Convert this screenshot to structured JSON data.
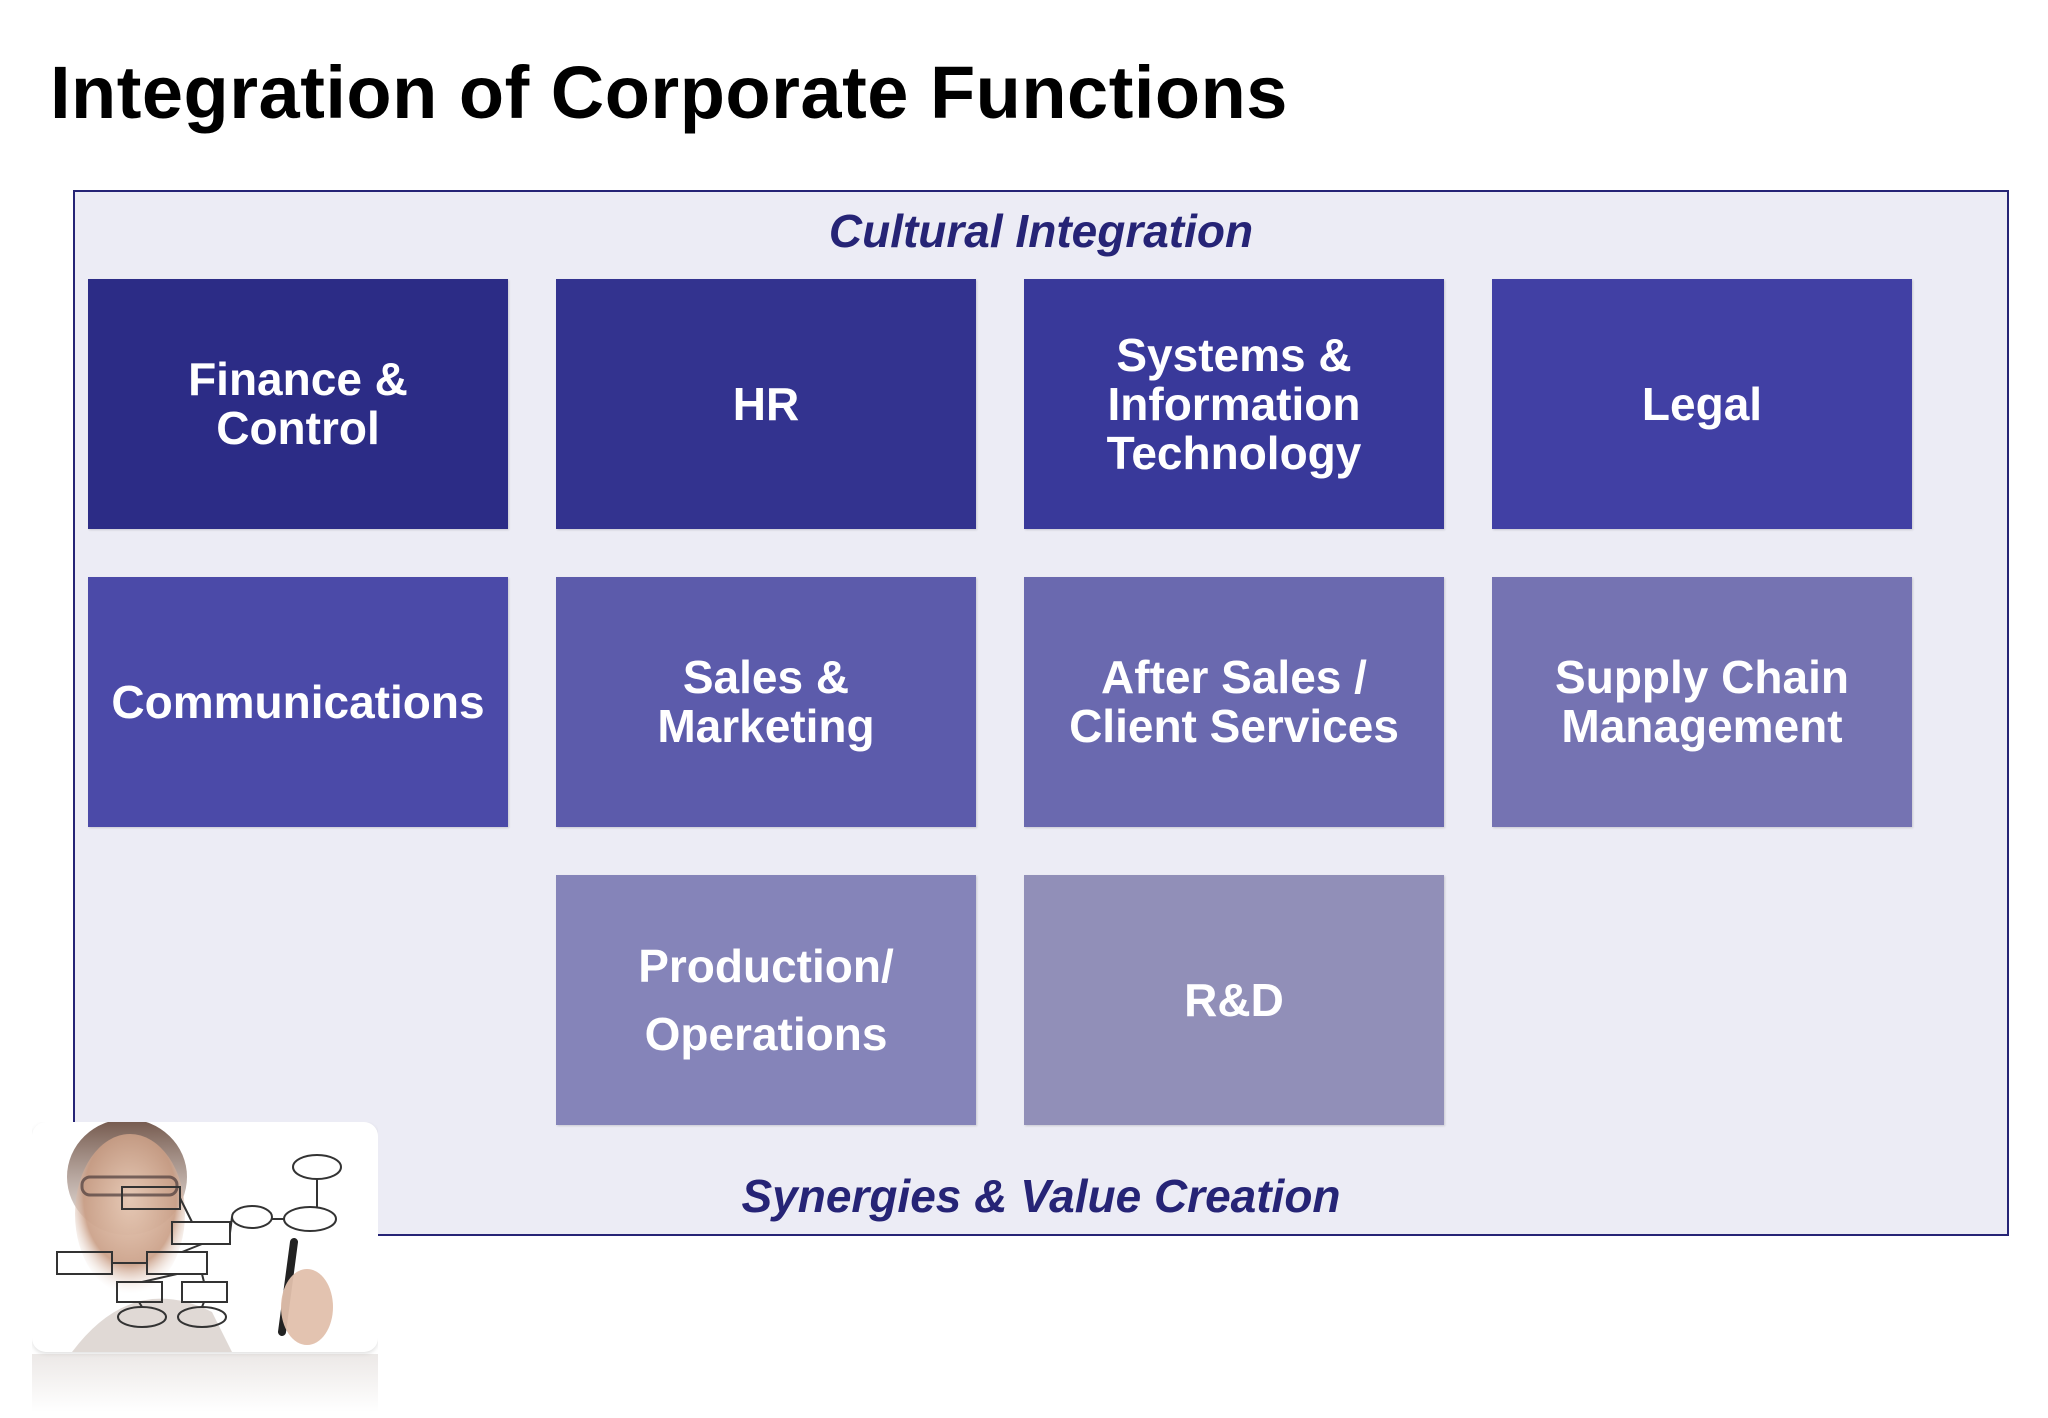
{
  "title": "Integration of Corporate Functions",
  "frame": {
    "top_caption": "Cultural Integration",
    "bottom_caption": "Synergies & Value Creation"
  },
  "functions": [
    {
      "label": "Finance &\nControl",
      "color": "#2c2c86"
    },
    {
      "label": "HR",
      "color": "#33338f"
    },
    {
      "label": "Systems &\nInformation\nTechnology",
      "color": "#39399a"
    },
    {
      "label": "Legal",
      "color": "#4140a4"
    },
    {
      "label": "Communications",
      "color": "#4b4aa8"
    },
    {
      "label": "Sales &\nMarketing",
      "color": "#5c5bab"
    },
    {
      "label": "After Sales /\nClient Services",
      "color": "#6a69af"
    },
    {
      "label": "Supply Chain\nManagement",
      "color": "#7573b2"
    },
    {
      "label": "Production/\nOperations",
      "color": "#8584b9"
    },
    {
      "label": "R&D",
      "color": "#918fb8"
    }
  ],
  "colors": {
    "title": "#000000",
    "frame_border": "#262476",
    "frame_background": "#ececf5",
    "caption": "#262476"
  },
  "icons": {
    "photo": "person-drawing-flowchart-photo"
  }
}
